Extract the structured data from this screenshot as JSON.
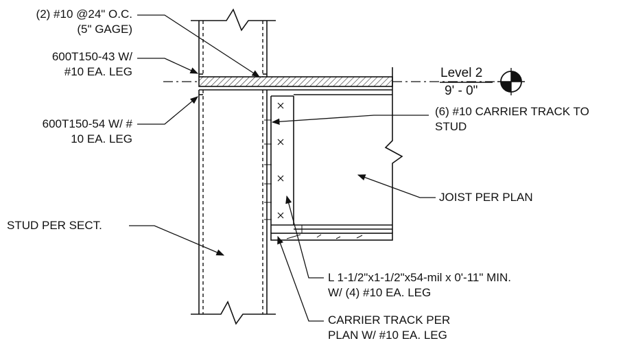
{
  "drawing": {
    "callouts": {
      "screws_top": [
        "(2) #10 @24\" O.C.",
        "(5\" GAGE)"
      ],
      "track_upper": [
        "600T150-43 W/",
        "#10 EA. LEG"
      ],
      "track_lower": [
        "600T150-54 W/ #",
        "10 EA. LEG"
      ],
      "stud": [
        "STUD PER SECT."
      ],
      "carrier_screws": [
        "(6) #10 CARRIER TRACK TO",
        "STUD"
      ],
      "joist": [
        "JOIST PER PLAN"
      ],
      "angle": [
        "L 1-1/2\"x1-1/2\"x54-mil x 0'-11\" MIN.",
        "W/ (4) #10 EA. LEG"
      ],
      "carrier_track": [
        "CARRIER TRACK PER",
        "PLAN W/ #10 EA. LEG"
      ]
    },
    "level": {
      "name": "Level 2",
      "elevation": "9' - 0\""
    }
  }
}
